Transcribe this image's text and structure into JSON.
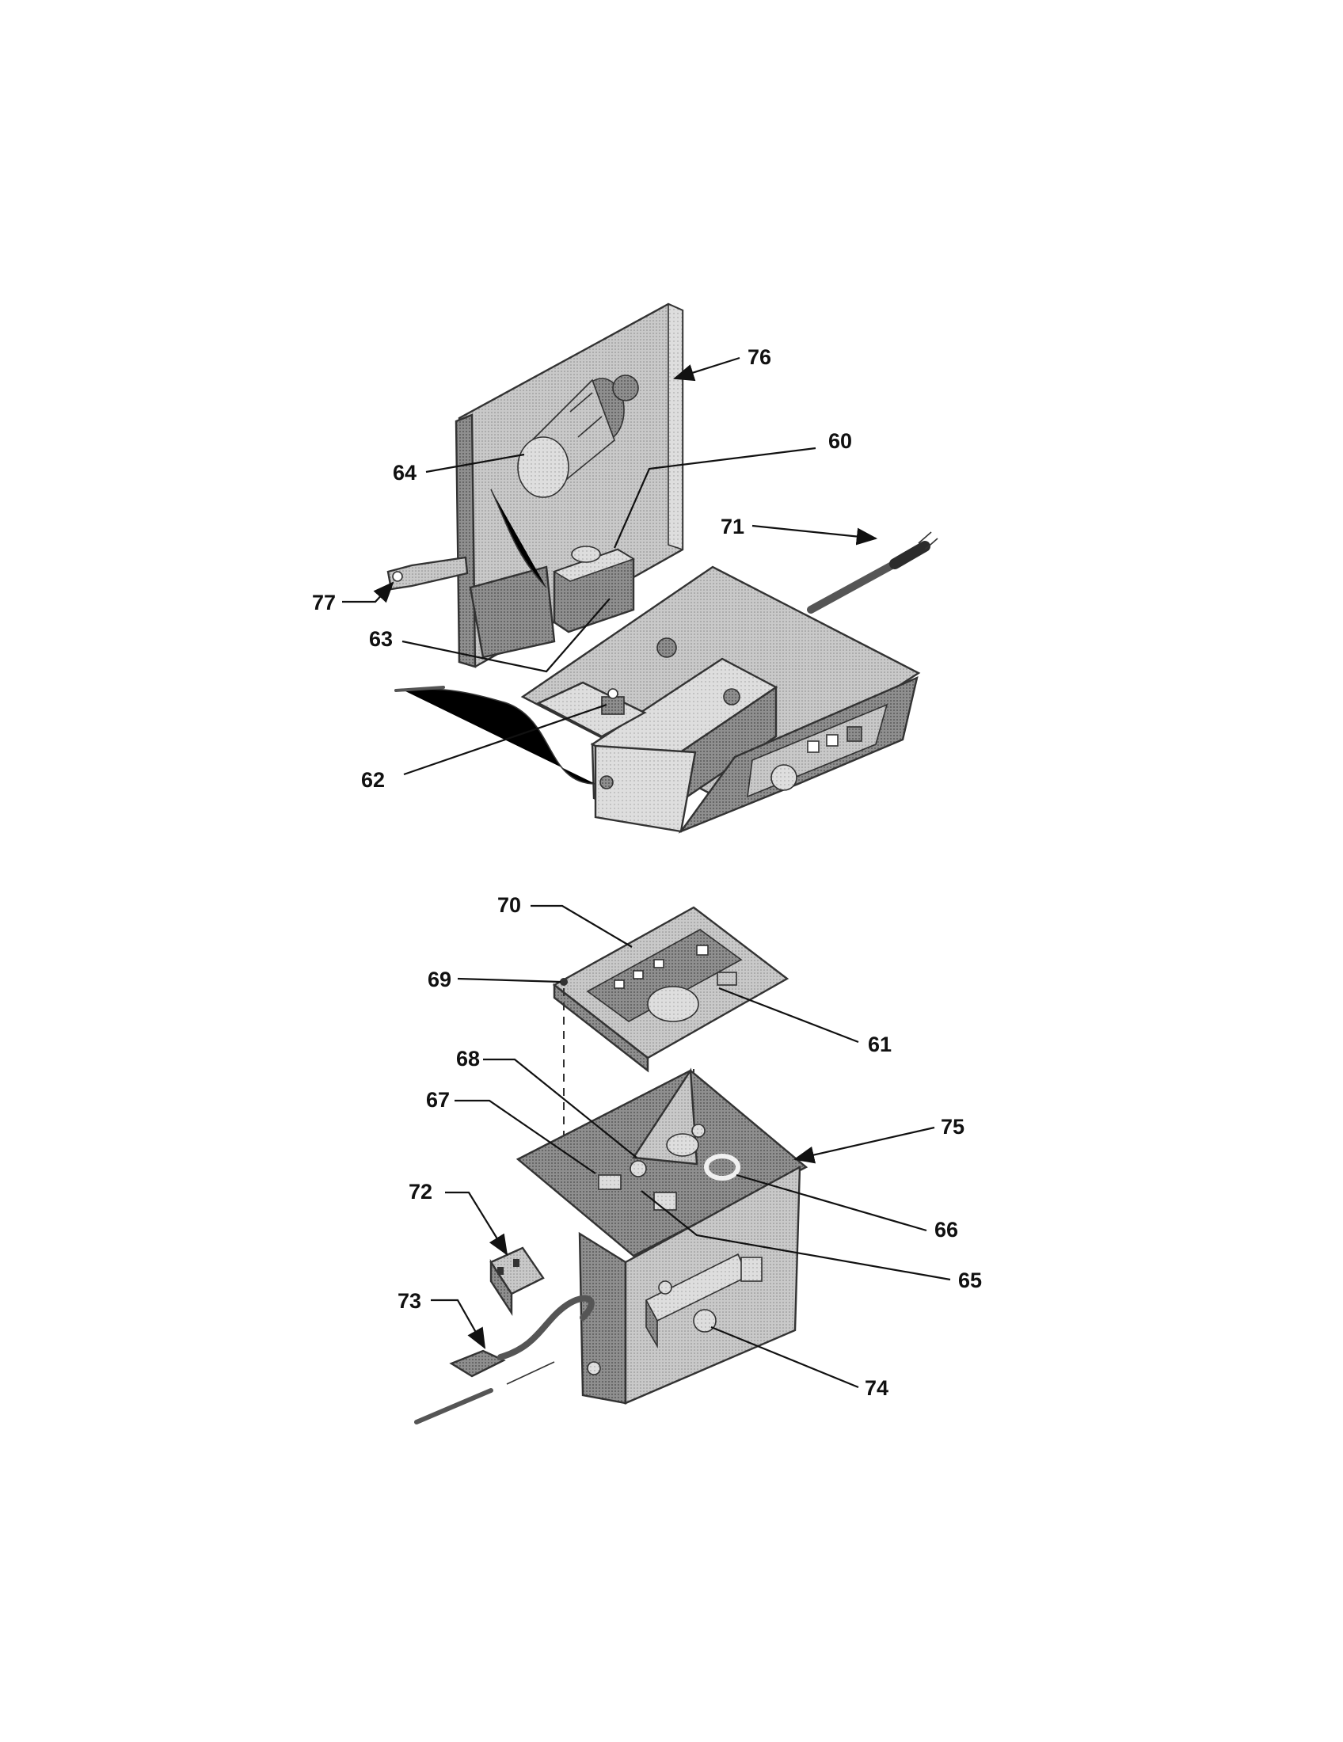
{
  "diagram": {
    "callouts": {
      "p60": "60",
      "p61": "61",
      "p62": "62",
      "p63": "63",
      "p64": "64",
      "p65": "65",
      "p66": "66",
      "p67": "67",
      "p68": "68",
      "p69": "69",
      "p70": "70",
      "p71": "71",
      "p72": "72",
      "p73": "73",
      "p74": "74",
      "p75": "75",
      "p76": "76",
      "p77": "77"
    }
  },
  "colors": {
    "panel_light": "#cfcfcf",
    "panel_mid": "#a9a9a9",
    "panel_dark": "#6e6e6e",
    "line": "#111111"
  },
  "icons": [
    "arrowhead-icon"
  ]
}
